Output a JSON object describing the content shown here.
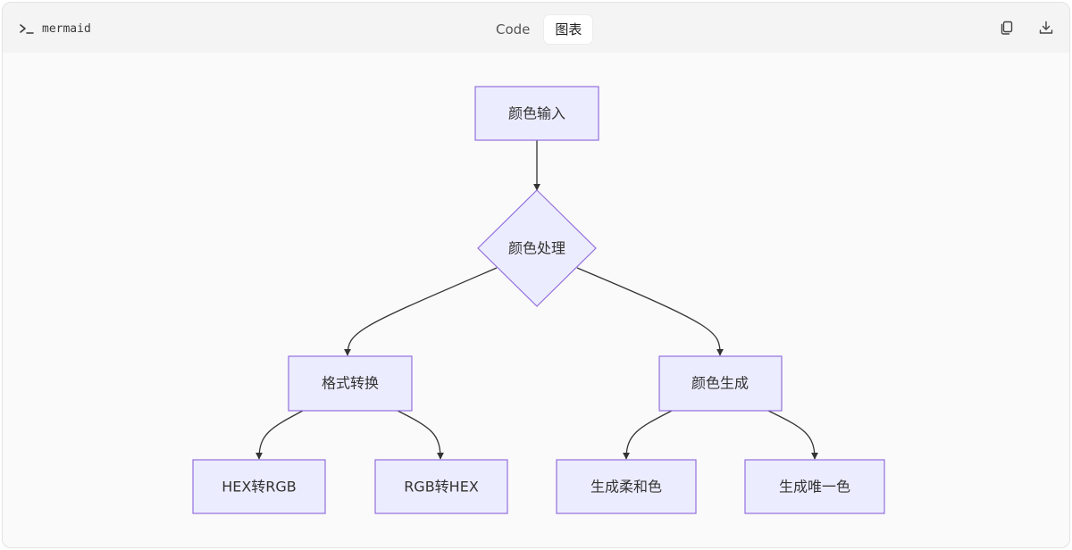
{
  "header": {
    "lang_label": "mermaid",
    "prompt_icon": "terminal-prompt-icon",
    "tabs": [
      {
        "label": "Code",
        "active": false
      },
      {
        "label": "图表",
        "active": true
      }
    ],
    "actions": [
      {
        "icon": "copy-icon"
      },
      {
        "icon": "download-icon"
      }
    ]
  },
  "diagram": {
    "node_fill": "#ececff",
    "node_stroke": "#9370db",
    "edge_color": "#333333",
    "nodes": {
      "input": {
        "label": "颜色输入",
        "shape": "rect"
      },
      "process": {
        "label": "颜色处理",
        "shape": "diamond"
      },
      "convert": {
        "label": "格式转换",
        "shape": "rect"
      },
      "generate": {
        "label": "颜色生成",
        "shape": "rect"
      },
      "hex2rgb": {
        "label": "HEX转RGB",
        "shape": "rect"
      },
      "rgb2hex": {
        "label": "RGB转HEX",
        "shape": "rect"
      },
      "soft": {
        "label": "生成柔和色",
        "shape": "rect"
      },
      "unique": {
        "label": "生成唯一色",
        "shape": "rect"
      }
    },
    "edges": [
      {
        "from": "颜色输入",
        "to": "颜色处理"
      },
      {
        "from": "颜色处理",
        "to": "格式转换"
      },
      {
        "from": "颜色处理",
        "to": "颜色生成"
      },
      {
        "from": "格式转换",
        "to": "HEX转RGB"
      },
      {
        "from": "格式转换",
        "to": "RGB转HEX"
      },
      {
        "from": "颜色生成",
        "to": "生成柔和色"
      },
      {
        "from": "颜色生成",
        "to": "生成唯一色"
      }
    ]
  }
}
